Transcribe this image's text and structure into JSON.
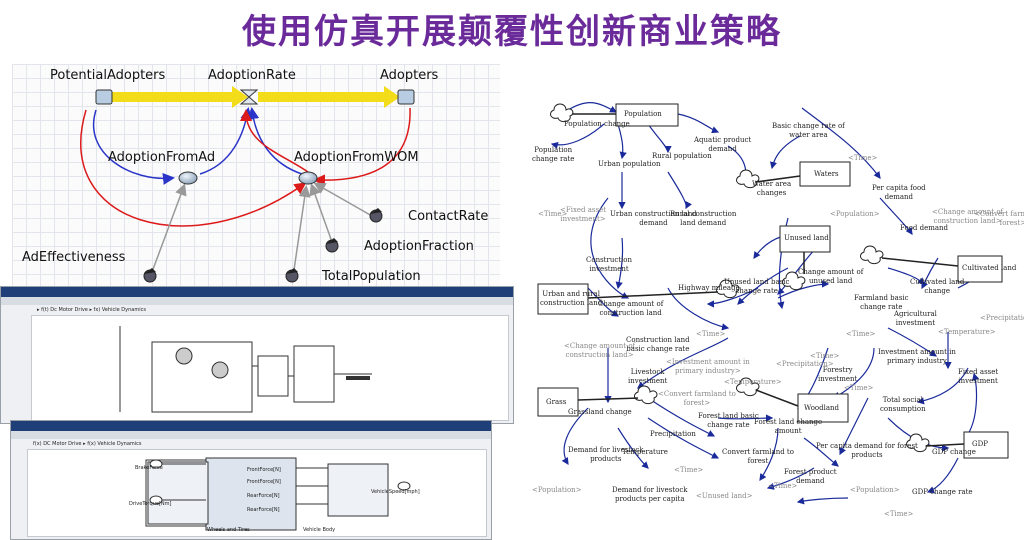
{
  "title": "使用仿真开展颠覆性创新商业策略",
  "bass_model": {
    "potential_adopters": "PotentialAdopters",
    "adoption_rate": "AdoptionRate",
    "adopters": "Adopters",
    "adoption_from_ad": "AdoptionFromAd",
    "adoption_from_wom": "AdoptionFromWOM",
    "contact_rate": "ContactRate",
    "adoption_fraction": "AdoptionFraction",
    "total_population": "TotalPopulation",
    "ad_effectiveness": "AdEffectiveness"
  },
  "simulink_top": {
    "breadcrumb": "▸ f(t) Dc Motor Drive ▸ fx) Vehicle Dynamics"
  },
  "simulink_bottom": {
    "breadcrumb": "f(x) DC Motor Drive ▸ f(x) Vehicle Dynamics",
    "inport1": "BrakeForce",
    "inport2": "DriveTorque[Nm]",
    "block_title": "Wheels and Tires",
    "block_title2": "Vehicle Body",
    "outport": "VehicleSpeed[mph]",
    "signals": [
      "FrontForce[N]",
      "FrontForce[N]",
      "RearForce[N]",
      "RearForce[N]"
    ],
    "outsigs": [
      "FrontForce[N]",
      "FrontForce[N]",
      "VehicleSpeed[mph]",
      "RearForce[N]",
      "RearForce[N]"
    ]
  },
  "stock_flow": {
    "population": "Population",
    "population_change": "Population change",
    "population_change_rate": "Population\nchange rate",
    "urban_population": "Urban population",
    "rural_population": "Rural population",
    "aquatic_product_demand": "Aquatic product\ndemand",
    "basic_change_rate_water": "Basic change rate of\nwater area",
    "waters": "Waters",
    "water_area_changes": "Water area\nchanges",
    "time": "<Time>",
    "fixed_asset_investment": "<Fixed asset\ninvestment>",
    "urban_construction_land_demand": "Urban construction land\ndemand",
    "rural_construction_land_demand": "Rural construction\nland demand",
    "construction_investment": "Construction\ninvestment",
    "population_g": "<Population>",
    "per_capita_food_demand": "Per capita food\ndemand",
    "food_demand": "Food demand",
    "change_amount_construction_land_g": "<Change amount of\nconstruction land>",
    "convert_farmland_forest_g": "<Convert farmland to\nforest>",
    "unused_land": "Unused land",
    "change_amount_unused_land": "Change amount of\nunused land",
    "cultivated_land": "Cultivated land",
    "cultivated_land_change": "Cultivated land\nchange",
    "urban_rural_construction_land": "Urban and rural\nconstruction land",
    "change_amount_construction_land": "Change amount of\nconstruction land",
    "highway_mileage": "Highway mileage",
    "unused_land_basic_change_rate": "Unused land basic\nchange rate",
    "farmland_basic_change_rate": "Farmland basic\nchange rate",
    "agricultural_investment": "Agricultural\ninvestment",
    "temperature_g": "<Temperature>",
    "precipitation_g": "<Precipitation>",
    "construction_land_basic_change_rate": "Construction land\nbasic change rate",
    "investment_primary_industry_g": "<Investment amount in\nprimary industry>",
    "investment_primary_industry": "Investment amount in\nprimary industry",
    "forestry_investment": "Forestry\ninvestment",
    "fixed_asset_investment2": "Fixed asset\ninvestment",
    "livestock_investment": "Livestock\ninvestment",
    "grass": "Grass",
    "grassland_change": "Grassland change",
    "convert_farmland_forest_g2": "<Convert farmland to\nforest>",
    "forest_land_basic_change_rate": "Forest land basic\nchange rate",
    "woodland": "Woodland",
    "forest_land_change_amount": "Forest land change\namount",
    "precipitation": "Precipitation",
    "temperature": "Temperature",
    "total_social_consumption": "Total social\nconsumption",
    "demand_livestock_products": "Demand for livestock\nproducts",
    "demand_livestock_per_capita": "Demand for livestock\nproducts per capita",
    "convert_farmland_forest": "Convert farmland to\nforest",
    "per_capita_forest_products": "Per capita demand for forest\nproducts",
    "forest_product_demand": "Forest product\ndemand",
    "gdp": "GDP",
    "gdp_change": "GDP change",
    "gdp_change_rate": "GDP change rate",
    "unused_land_g": "<Unused land>"
  }
}
